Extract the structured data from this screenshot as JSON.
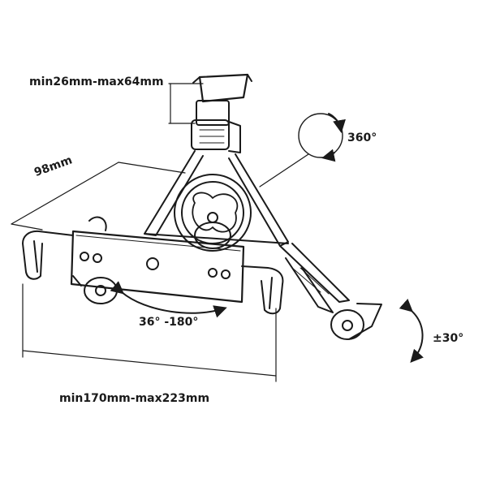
{
  "labels": {
    "clamp_range": "min26mm-max64mm",
    "depth": "98mm",
    "rotation": "360°",
    "tilt_range": "36°  -180°",
    "tilt_angle": "±30°",
    "width_range": "min170mm-max223mm"
  },
  "colors": {
    "line": "#1a1a1a",
    "background": "#ffffff"
  }
}
